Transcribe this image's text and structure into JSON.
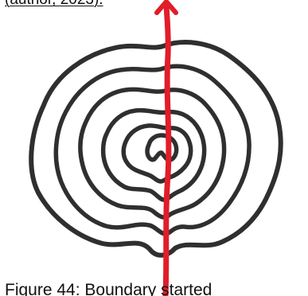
{
  "captions": {
    "top_partial": "(author, 2023).",
    "bottom_partial": "Figure 44: Boundary started"
  },
  "colors": {
    "contour_ink": "#2f2f2f",
    "arrow_red": "#e11d2a",
    "paper": "#ffffff"
  },
  "figure": {
    "contour_rings": 6,
    "arrow_direction": "up"
  }
}
